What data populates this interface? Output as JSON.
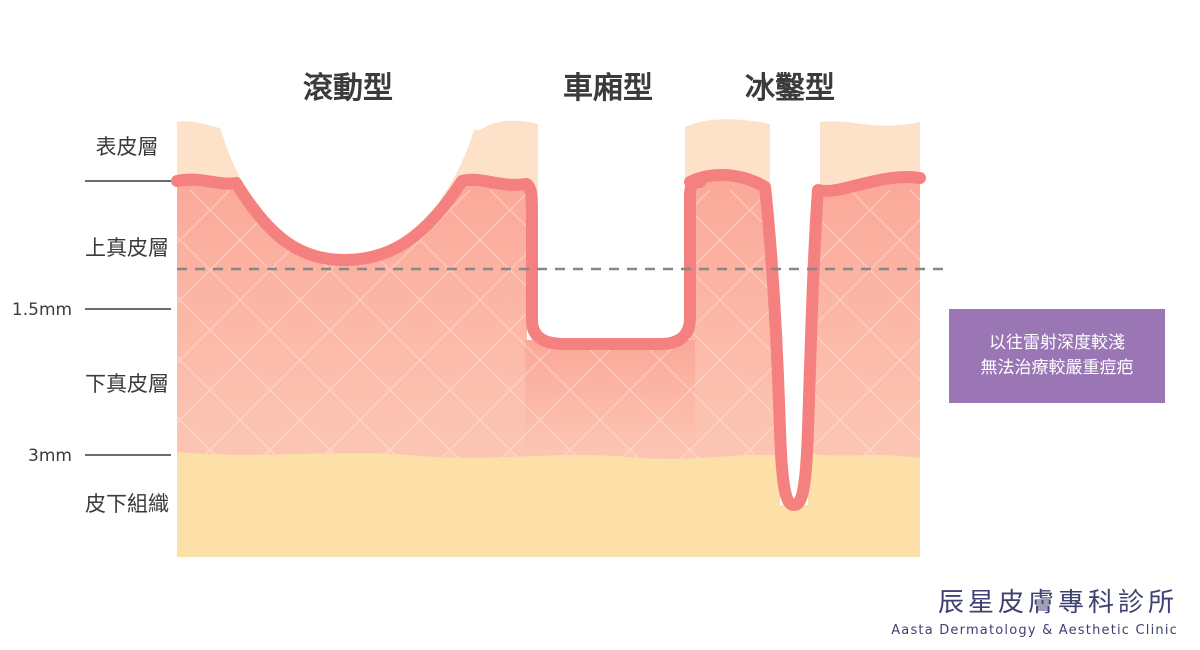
{
  "scar_types": [
    {
      "id": "rolling",
      "label": "滾動型"
    },
    {
      "id": "boxcar",
      "label": "車廂型"
    },
    {
      "id": "icepick",
      "label": "冰鑿型"
    }
  ],
  "layers": [
    {
      "id": "epidermis",
      "label": "表皮層"
    },
    {
      "id": "upper_dermis",
      "label": "上真皮層"
    },
    {
      "id": "lower_dermis",
      "label": "下真皮層"
    },
    {
      "id": "subcutis",
      "label": "皮下組織"
    }
  ],
  "depth_markers": [
    {
      "id": "d15",
      "label": "1.5mm"
    },
    {
      "id": "d3",
      "label": "3mm"
    }
  ],
  "callout": {
    "line1": "以往雷射深度較淺",
    "line2": "無法治療較嚴重痘疤"
  },
  "logo": {
    "zh": "辰星皮膚專科診所",
    "en": "Aasta Dermatology & Aesthetic Clinic"
  },
  "colors": {
    "epidermis": "#fde1c8",
    "dermis_top": "#fbaa9a",
    "dermis_bottom": "#fcc4b2",
    "subcutis": "#fde0a8",
    "scar_outline": "#f4807f",
    "callout_bg": "#9a76b4",
    "logo_text": "#3f4270"
  }
}
